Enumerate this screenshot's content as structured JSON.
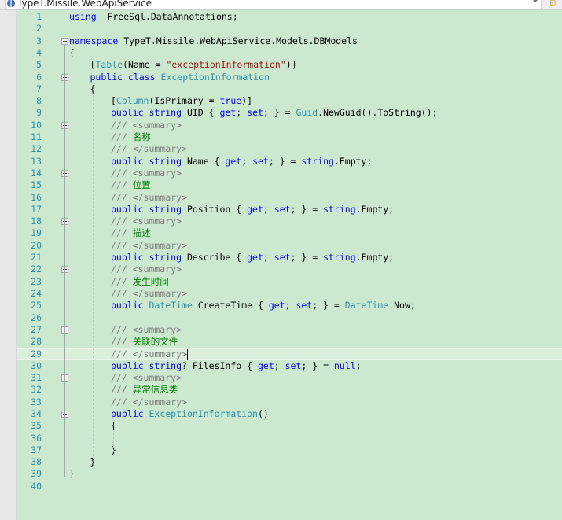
{
  "navbar": {
    "project": "TypeT.Missile.WebApiService",
    "dropdown_icon": "chevron-down-icon",
    "split_icon": "split-window-icon"
  },
  "editor": {
    "current_line": 29,
    "lines": [
      {
        "n": "1",
        "indent": 0,
        "tokens": [
          [
            "kw",
            "using"
          ],
          [
            "",
            "  FreeSql.DataAnnotations;"
          ]
        ]
      },
      {
        "n": "2",
        "indent": 0,
        "tokens": []
      },
      {
        "n": "3",
        "indent": 0,
        "fold": true,
        "tokens": [
          [
            "kw",
            "namespace"
          ],
          [
            "",
            " TypeT.Missile.WebApiService.Models.DBModels"
          ]
        ]
      },
      {
        "n": "4",
        "indent": 0,
        "tokens": [
          [
            "",
            "{"
          ]
        ]
      },
      {
        "n": "5",
        "indent": 1,
        "tokens": [
          [
            "",
            "["
          ],
          [
            "ty",
            "Table"
          ],
          [
            "",
            "(Name = "
          ],
          [
            "str",
            "\"exceptionInformation\""
          ],
          [
            "",
            ")]"
          ]
        ]
      },
      {
        "n": "6",
        "indent": 1,
        "fold": true,
        "tokens": [
          [
            "kw",
            "public"
          ],
          [
            "",
            " "
          ],
          [
            "kw",
            "class"
          ],
          [
            "",
            " "
          ],
          [
            "ty",
            "ExceptionInformation"
          ]
        ]
      },
      {
        "n": "7",
        "indent": 1,
        "tokens": [
          [
            "",
            "{"
          ]
        ]
      },
      {
        "n": "8",
        "indent": 2,
        "tokens": [
          [
            "",
            "["
          ],
          [
            "ty",
            "Column"
          ],
          [
            "",
            "(IsPrimary = "
          ],
          [
            "kw",
            "true"
          ],
          [
            "",
            ")]"
          ]
        ]
      },
      {
        "n": "9",
        "indent": 2,
        "tokens": [
          [
            "kw",
            "public"
          ],
          [
            "",
            " "
          ],
          [
            "kw",
            "string"
          ],
          [
            "",
            " UID { "
          ],
          [
            "kw",
            "get"
          ],
          [
            "",
            "; "
          ],
          [
            "kw",
            "set"
          ],
          [
            "",
            "; } = "
          ],
          [
            "ty",
            "Guid"
          ],
          [
            "",
            ".NewGuid().ToString();"
          ]
        ]
      },
      {
        "n": "10",
        "indent": 2,
        "fold": true,
        "tokens": [
          [
            "cm",
            "/// <summary>"
          ]
        ]
      },
      {
        "n": "11",
        "indent": 2,
        "tokens": [
          [
            "cm",
            "/// "
          ],
          [
            "cmt",
            "名称"
          ]
        ]
      },
      {
        "n": "12",
        "indent": 2,
        "tokens": [
          [
            "cm",
            "/// </summary>"
          ]
        ]
      },
      {
        "n": "13",
        "indent": 2,
        "tokens": [
          [
            "kw",
            "public"
          ],
          [
            "",
            " "
          ],
          [
            "kw",
            "string"
          ],
          [
            "",
            " Name { "
          ],
          [
            "kw",
            "get"
          ],
          [
            "",
            "; "
          ],
          [
            "kw",
            "set"
          ],
          [
            "",
            "; } = "
          ],
          [
            "kw",
            "string"
          ],
          [
            "",
            ".Empty;"
          ]
        ]
      },
      {
        "n": "14",
        "indent": 2,
        "fold": true,
        "tokens": [
          [
            "cm",
            "/// <summary>"
          ]
        ]
      },
      {
        "n": "15",
        "indent": 2,
        "tokens": [
          [
            "cm",
            "/// "
          ],
          [
            "cmt",
            "位置"
          ]
        ]
      },
      {
        "n": "16",
        "indent": 2,
        "tokens": [
          [
            "cm",
            "/// </summary>"
          ]
        ]
      },
      {
        "n": "17",
        "indent": 2,
        "tokens": [
          [
            "kw",
            "public"
          ],
          [
            "",
            " "
          ],
          [
            "kw",
            "string"
          ],
          [
            "",
            " Position { "
          ],
          [
            "kw",
            "get"
          ],
          [
            "",
            "; "
          ],
          [
            "kw",
            "set"
          ],
          [
            "",
            "; } = "
          ],
          [
            "kw",
            "string"
          ],
          [
            "",
            ".Empty;"
          ]
        ]
      },
      {
        "n": "18",
        "indent": 2,
        "fold": true,
        "tokens": [
          [
            "cm",
            "/// <summary>"
          ]
        ]
      },
      {
        "n": "19",
        "indent": 2,
        "tokens": [
          [
            "cm",
            "/// "
          ],
          [
            "cmt",
            "描述"
          ]
        ]
      },
      {
        "n": "20",
        "indent": 2,
        "tokens": [
          [
            "cm",
            "/// </summary>"
          ]
        ]
      },
      {
        "n": "21",
        "indent": 2,
        "tokens": [
          [
            "kw",
            "public"
          ],
          [
            "",
            " "
          ],
          [
            "kw",
            "string"
          ],
          [
            "",
            " Describe { "
          ],
          [
            "kw",
            "get"
          ],
          [
            "",
            "; "
          ],
          [
            "kw",
            "set"
          ],
          [
            "",
            "; } = "
          ],
          [
            "kw",
            "string"
          ],
          [
            "",
            ".Empty;"
          ]
        ]
      },
      {
        "n": "22",
        "indent": 2,
        "fold": true,
        "tokens": [
          [
            "cm",
            "/// <summary>"
          ]
        ]
      },
      {
        "n": "23",
        "indent": 2,
        "tokens": [
          [
            "cm",
            "/// "
          ],
          [
            "cmt",
            "发生时间"
          ]
        ]
      },
      {
        "n": "24",
        "indent": 2,
        "tokens": [
          [
            "cm",
            "/// </summary>"
          ]
        ]
      },
      {
        "n": "25",
        "indent": 2,
        "tokens": [
          [
            "kw",
            "public"
          ],
          [
            "",
            " "
          ],
          [
            "ty",
            "DateTime"
          ],
          [
            "",
            " CreateTime { "
          ],
          [
            "kw",
            "get"
          ],
          [
            "",
            "; "
          ],
          [
            "kw",
            "set"
          ],
          [
            "",
            "; } = "
          ],
          [
            "ty",
            "DateTime"
          ],
          [
            "",
            ".Now;"
          ]
        ]
      },
      {
        "n": "26",
        "indent": 2,
        "tokens": []
      },
      {
        "n": "27",
        "indent": 2,
        "fold": true,
        "tokens": [
          [
            "cm",
            "/// <summary>"
          ]
        ]
      },
      {
        "n": "28",
        "indent": 2,
        "tokens": [
          [
            "cm",
            "/// "
          ],
          [
            "cmt",
            "关联的文件"
          ]
        ]
      },
      {
        "n": "29",
        "indent": 2,
        "tokens": [
          [
            "cm",
            "/// </summary>"
          ]
        ]
      },
      {
        "n": "30",
        "indent": 2,
        "tokens": [
          [
            "kw",
            "public"
          ],
          [
            "",
            " "
          ],
          [
            "kw",
            "string"
          ],
          [
            "",
            "? FilesInfo { "
          ],
          [
            "kw",
            "get"
          ],
          [
            "",
            "; "
          ],
          [
            "kw",
            "set"
          ],
          [
            "",
            "; } = "
          ],
          [
            "kw",
            "null"
          ],
          [
            "",
            ";"
          ]
        ]
      },
      {
        "n": "31",
        "indent": 2,
        "fold": true,
        "tokens": [
          [
            "cm",
            "/// <summary>"
          ]
        ]
      },
      {
        "n": "32",
        "indent": 2,
        "tokens": [
          [
            "cm",
            "/// "
          ],
          [
            "cmt",
            "异常信息类"
          ]
        ]
      },
      {
        "n": "33",
        "indent": 2,
        "tokens": [
          [
            "cm",
            "/// </summary>"
          ]
        ]
      },
      {
        "n": "34",
        "indent": 2,
        "fold": true,
        "tokens": [
          [
            "kw",
            "public"
          ],
          [
            "",
            " "
          ],
          [
            "ty",
            "ExceptionInformation"
          ],
          [
            "",
            "()"
          ]
        ]
      },
      {
        "n": "35",
        "indent": 2,
        "tokens": [
          [
            "",
            "{"
          ]
        ]
      },
      {
        "n": "36",
        "indent": 2,
        "tokens": []
      },
      {
        "n": "37",
        "indent": 2,
        "tokens": [
          [
            "",
            "}"
          ]
        ]
      },
      {
        "n": "38",
        "indent": 1,
        "tokens": [
          [
            "",
            "}"
          ]
        ]
      },
      {
        "n": "39",
        "indent": 0,
        "tokens": [
          [
            "",
            "}"
          ]
        ]
      },
      {
        "n": "40",
        "indent": 0,
        "tokens": []
      }
    ]
  }
}
